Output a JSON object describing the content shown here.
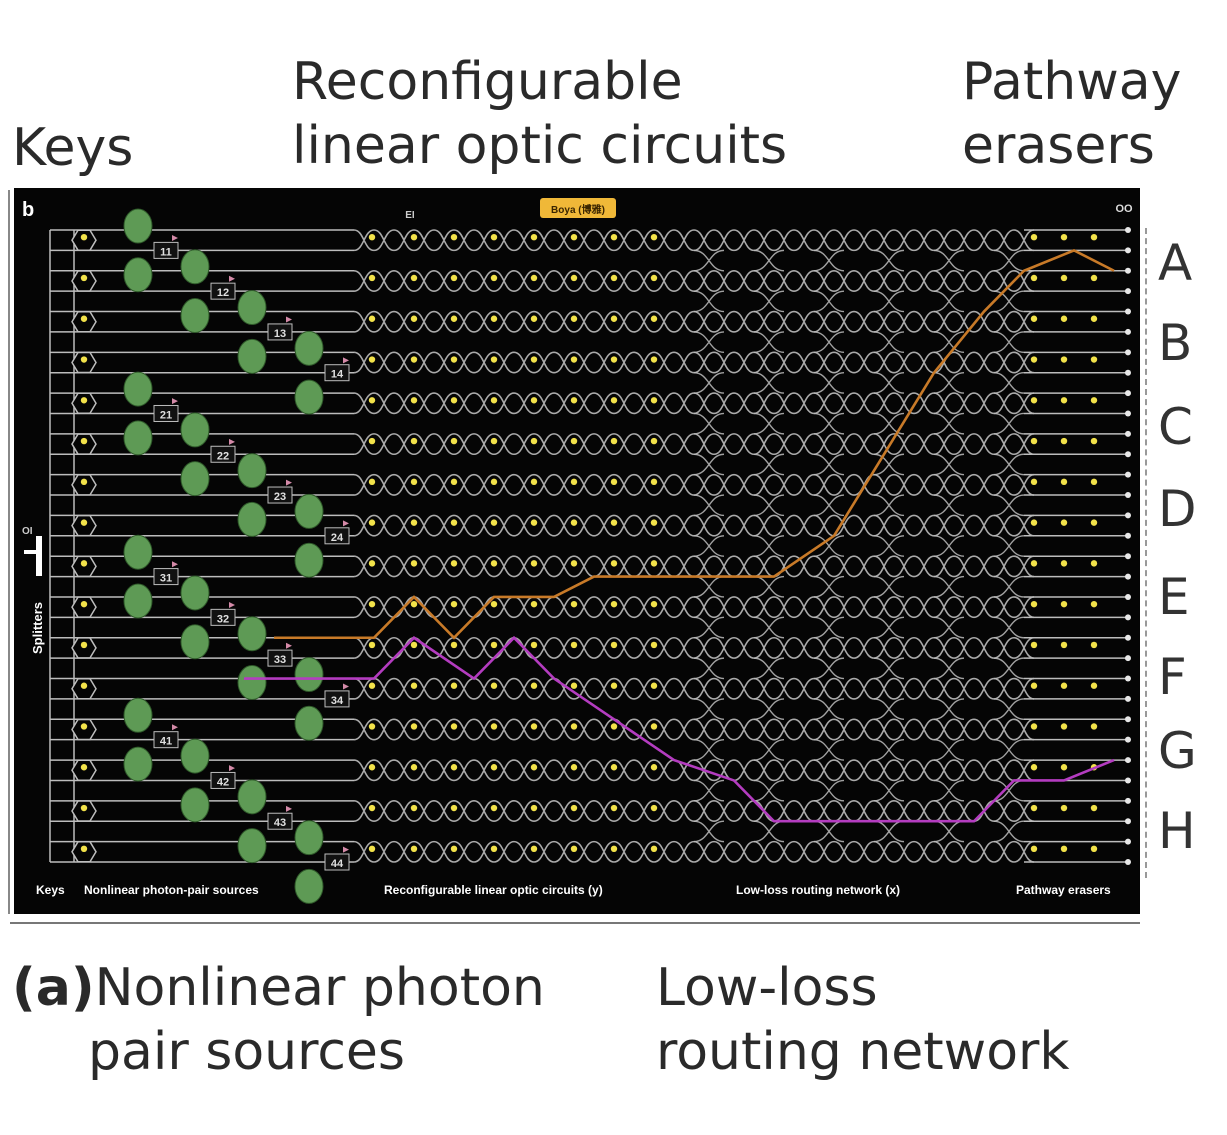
{
  "labels": {
    "keys": "Keys",
    "linear_circuits": [
      "Reconfigurable",
      "linear optic circuits"
    ],
    "pathway_erasers": [
      "Pathway",
      "erasers"
    ],
    "panel_tag": "(a)",
    "nonlinear_sources": [
      "Nonlinear photon",
      "pair sources"
    ],
    "routing_network": [
      "Low-loss",
      "routing network"
    ]
  },
  "rows": [
    "A",
    "B",
    "C",
    "D",
    "E",
    "F",
    "G",
    "H"
  ],
  "chip": {
    "panel_letter": "b",
    "top_marker": "EI",
    "badge": "Boya (博雅)",
    "corner_mark": "OO",
    "side_label": "Splitters",
    "input_label": "OI",
    "source_ids": [
      "11",
      "12",
      "13",
      "14",
      "21",
      "22",
      "23",
      "24",
      "31",
      "32",
      "33",
      "34",
      "41",
      "42",
      "43",
      "44"
    ],
    "section_labels": {
      "keys": "Keys",
      "sources": "Nonlinear photon-pair sources",
      "linear": "Reconfigurable linear optic circuits (y)",
      "routing": "Low-loss routing network (x)",
      "erasers": "Pathway erasers"
    }
  },
  "colors": {
    "background": "#050505",
    "waveguide": "#bdbdbd",
    "heater": "#f2e24a",
    "source_ring": "#5e9a55",
    "path_orange": "#c87a28",
    "path_purple": "#b43cc0",
    "badge_bg": "#f0b838"
  }
}
